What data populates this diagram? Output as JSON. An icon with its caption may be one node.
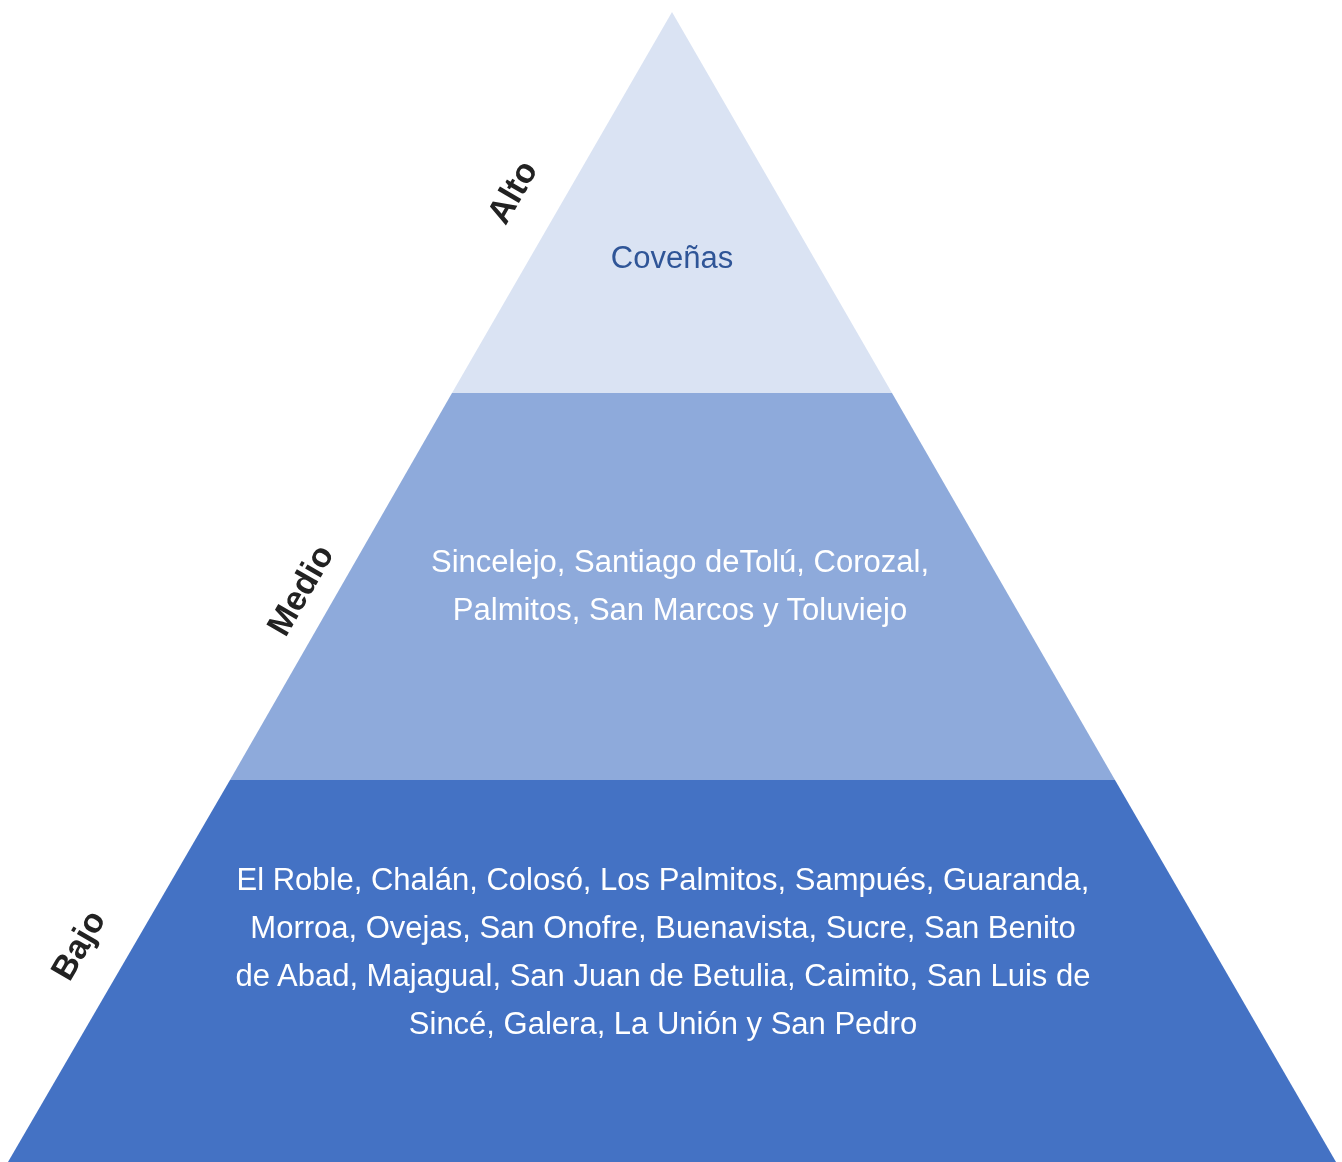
{
  "diagram": {
    "nodes": [
      {
        "text": [
          "Coveñas"
        ],
        "beside": [
          "Alto"
        ]
      },
      {
        "text": [
          "Sincelejo, Santiago deTolú, Corozal, Palmitos, San Marcos y Toluviejo"
        ],
        "beside": [
          "Medio"
        ]
      },
      {
        "text": [
          "El Roble, Chalán, Colosó, Los Palmitos, Sampués, Guaranda, Morroa, Ovejas, San Onofre, Buenavista, Sucre, San Benito de Abad, Majagual, San Juan de Betulia, Caimito, San Luis de Sincé, Galera, La Unión y San Pedro"
        ],
        "beside": [
          "Bajo"
        ]
      }
    ],
    "edges": []
  }
}
